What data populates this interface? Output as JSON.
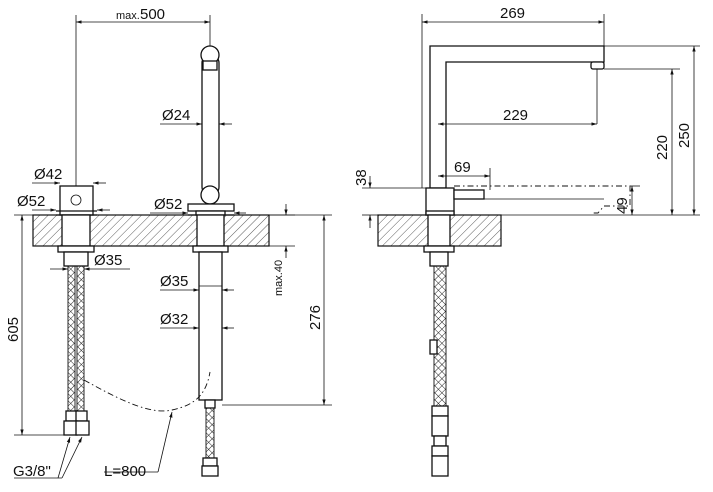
{
  "dimensions": {
    "max_500_prefix": "max.",
    "max_500_value": "500",
    "d24": "Ø24",
    "d42": "Ø42",
    "d52_left": "Ø52",
    "d52_right": "Ø52",
    "d35_top": "Ø35",
    "d35_mid": "Ø35",
    "d32": "Ø32",
    "max40": "max.40",
    "h276": "276",
    "h605": "605",
    "g38": "G3/8\"",
    "l800": "L=800",
    "w269": "269",
    "w229": "229",
    "w69": "69",
    "h38": "38",
    "h220": "220",
    "h250": "250",
    "h49": "49"
  }
}
